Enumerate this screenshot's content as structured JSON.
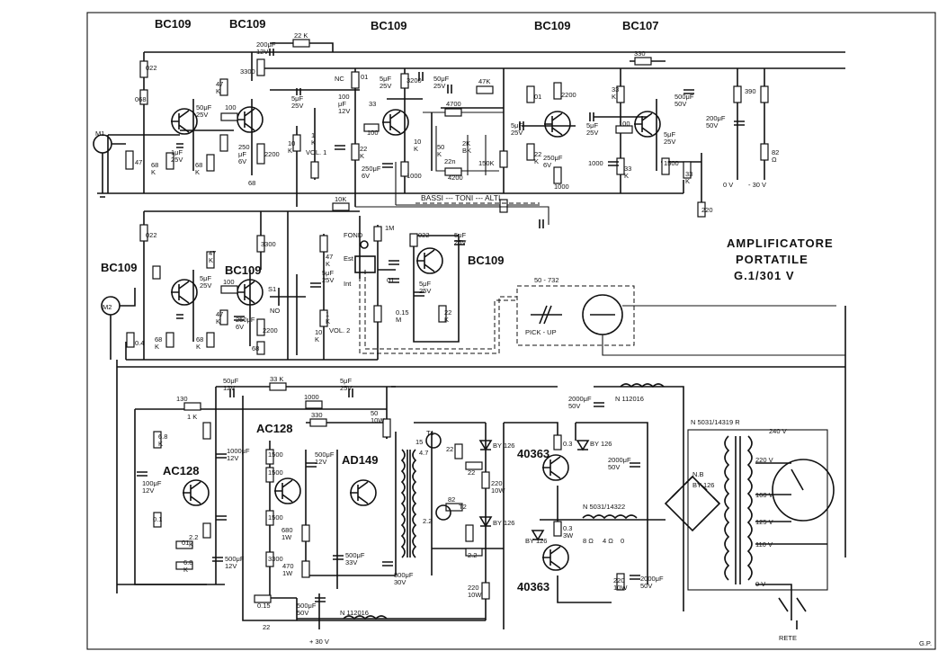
{
  "title": {
    "line1": "AMPLIFICATORE",
    "line2": "PORTATILE",
    "line3": "G.1/301 V"
  },
  "transistors": {
    "q1": "BC109",
    "q2": "BC109",
    "q3": "BC109",
    "q4": "BC109",
    "q5": "BC107",
    "q6": "BC109",
    "q7": "BC109",
    "q8": "BC109",
    "q9": "AC128",
    "q10": "AC128",
    "q11": "AD149",
    "q12": "40363",
    "q13": "40363"
  },
  "diodes": {
    "d1": "BY 126",
    "d2": "BY 126",
    "d3": "BY 126",
    "d4": "BY 126",
    "bridge": "BY 126"
  },
  "transformers": {
    "t_driver": "N 112016",
    "t_out": "N 5031/14322",
    "t_mains": "N 5031/14319 R",
    "t_bot": "N 112016",
    "t_bridge_code": "N.B"
  },
  "inputs": {
    "in1": "M1",
    "in2": "M2",
    "pickup": "PICK - UP",
    "pickup_code": "50 - 732"
  },
  "controls": {
    "vol1": "VOL. 1",
    "vol2": "VOL. 2",
    "tone": "BASSI --- TONI --- ALTI",
    "fond": "FOND",
    "est": "Est",
    "int": "Int",
    "no": "NO",
    "nc": "NC",
    "s1": "S1"
  },
  "mains": {
    "rete": "RETE",
    "v240": "240 V",
    "v220": "220 V",
    "v160": "160 V",
    "v125": "125 V",
    "v110": "110 V",
    "v0": "0 V"
  },
  "supply": {
    "plus30": "+ 30 V",
    "minus30": "- 30 V",
    "zero": "0 V"
  },
  "out_taps": {
    "t8": "8 Ω",
    "t4": "4 Ω",
    "t0": "0"
  },
  "values": {
    "r22k": "22 K",
    "c200": "200μF\n12V",
    "r330a": "330",
    "c022a": "022",
    "c068": "068",
    "r47a": "47",
    "r68a": "68\nK",
    "r68b": "68\nK",
    "c1ua": "1μF\n25V",
    "c50a": "50μF\n25V",
    "r100a": "100",
    "r47b": "47\nK",
    "r3300a": "3300",
    "c250a": "250\nμF\n6V",
    "r2200a": "2200",
    "r68c": "68",
    "c5a": "5μF\n25V",
    "c100u": "100\nμF\n12V",
    "r10ka": "10\nK",
    "r1ka": "1\nK",
    "r01": "01",
    "c5b": "5μF\n25V",
    "r3200": "3200",
    "c50b": "50μF\n25V",
    "r47k": "47K",
    "r33": "33",
    "r100b": "100",
    "r22a": "22\nK",
    "r10kb": "10\nK",
    "c250b": "250μF\n6V",
    "r1000a": "1000",
    "r4700": "4700",
    "r50ka": "50\nK",
    "c22n": "22n",
    "r2k": "2K\nBK",
    "r150k": "150K",
    "r4200": "4200",
    "c5c": "5μF\n25V",
    "r01b": "01",
    "r22b": "22\nK",
    "c250c": "250μF\n6V",
    "r1000b": "1000",
    "r2200b": "2200",
    "r33k": "33\nK",
    "r1000c": "1000",
    "c5d": "5μF\n25V",
    "r100c": "100",
    "r33kb": "33\nK",
    "r1500": "1500",
    "c5e": "5μF\n25V",
    "r33kc": "33\nK",
    "c500u": "500μF\n50V",
    "c200u": "200μF\n50V",
    "r390": "390",
    "r82": "82\nΩ",
    "r220": "220",
    "r10kc": "10K",
    "r47kd": "47\nK",
    "c5f": "5μF\n25V",
    "r1m": "1M",
    "c022b": "022",
    "c5g": "5μF\n25V",
    "r22c": "22\nK",
    "r015m": "0.15\nM",
    "c01c": "01",
    "c022c": "022",
    "r47e": "47\nK",
    "c5h": "5μF\n25V",
    "r100d": "100",
    "r47f": "47\nK",
    "r3300b": "3300",
    "c5i": "5μF\n25V",
    "c250d": "250μF\n6V",
    "r2200c": "2200",
    "r68d": "68",
    "r10kd": "10\nK",
    "r1ke": "1\nK",
    "r68e": "68\nK",
    "r68f": "68\nK",
    "r04": "0.4",
    "c50c": "50μF\n12V",
    "r33kd": "33 K",
    "c5j": "5μF\n25V",
    "r1000d": "1000",
    "r130": "130",
    "r1k6": "1 K",
    "r330b": "330",
    "r50": "50\n10W",
    "r6k8": "6.8\nK",
    "c100ua": "100μF\n12V",
    "r2k2": "2.2\nK",
    "c1000": "1000μF\n12V",
    "c500ua": "500μF\n12V",
    "r1500b": "1500",
    "r1500c": "1500",
    "r1500d": "1500",
    "r680": "680\n1W",
    "r3300c": "3300",
    "r470": "470\n1W",
    "c500ub": "500μF\n33V",
    "c800": "800μF\n30V",
    "c500uc": "500μF\n12V",
    "c01d": "0.1",
    "c01e": "01",
    "r6k8b": "6.8\nK",
    "r015": "0.15",
    "r22d": "22",
    "c500ud": "500μF\n50V",
    "r22e": "22",
    "c2000a": "2000μF\n50V",
    "r220b": "220\n10W",
    "r03a": "0.3",
    "r47t": "4.7",
    "r82b": "82",
    "r22f": "22",
    "r22g": "2.2",
    "r03b": "0.3\n3W",
    "c2000b": "2000μF\n50V",
    "r220c": "220\n10W",
    "c2000c": "2000μF\n50V",
    "r220d": "220\n10W",
    "r22h": "2.2",
    "t1": "T1",
    "t2": "T2",
    "r15": "15",
    "gp": "G.P."
  },
  "colors": {
    "ink": "#111111",
    "paper": "#ffffff"
  }
}
